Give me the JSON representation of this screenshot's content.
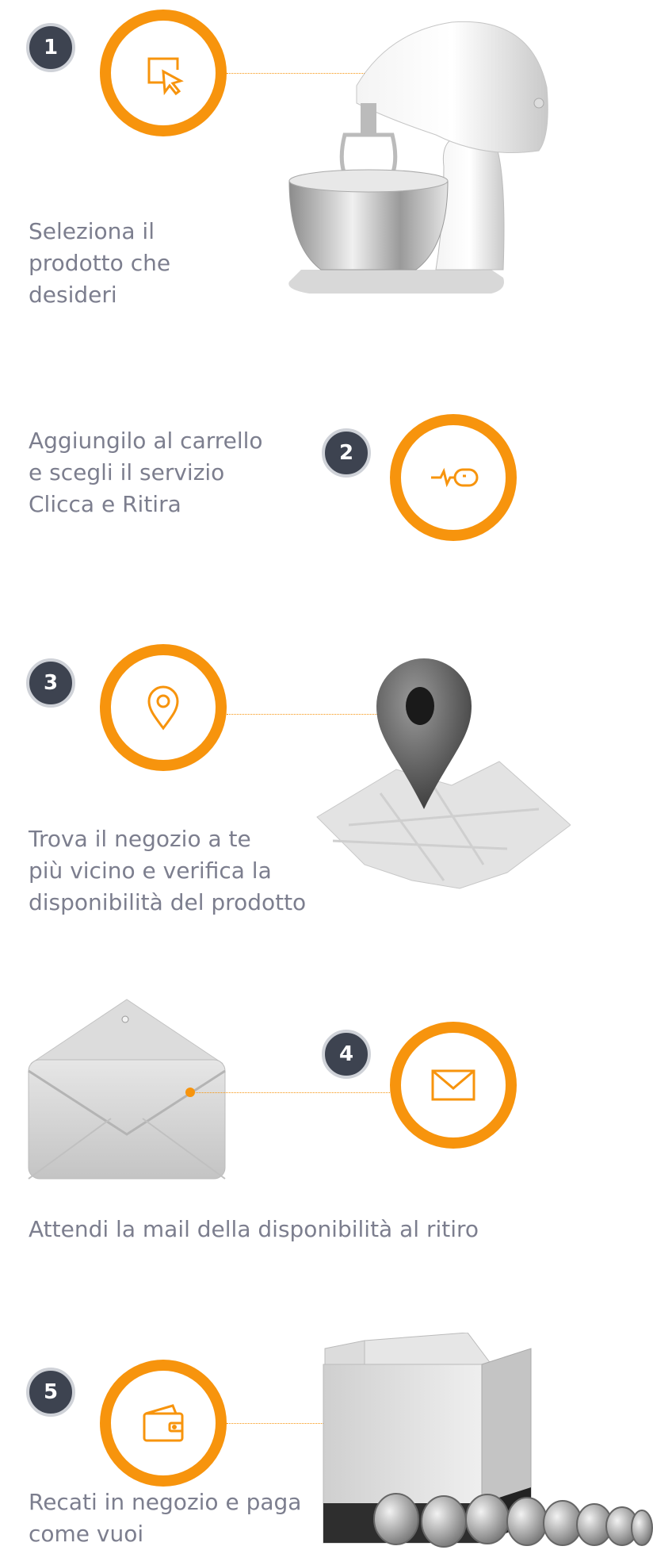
{
  "accent_color": "#f7940d",
  "badge_color": "#3d4350",
  "steps": [
    {
      "number": "1",
      "icon": "cursor-click-icon",
      "caption": "Seleziona il\nprodotto che\ndesideri",
      "illustration": "stand-mixer-image"
    },
    {
      "number": "2",
      "icon": "mouse-icon",
      "caption": "Aggiungilo al carrello\ne scegli il servizio\nClicca e Ritira"
    },
    {
      "number": "3",
      "icon": "map-pin-icon",
      "caption": "Trova il negozio a te\npiù vicino e verifica la\ndisponibilità del prodotto",
      "illustration": "map-pin-image"
    },
    {
      "number": "4",
      "icon": "envelope-icon",
      "caption": "Attendi la mail della disponibilità al ritiro",
      "illustration": "envelope-image"
    },
    {
      "number": "5",
      "icon": "wallet-icon",
      "caption": "Recati in negozio e paga\ncome vuoi",
      "illustration": "box-coins-image"
    }
  ]
}
